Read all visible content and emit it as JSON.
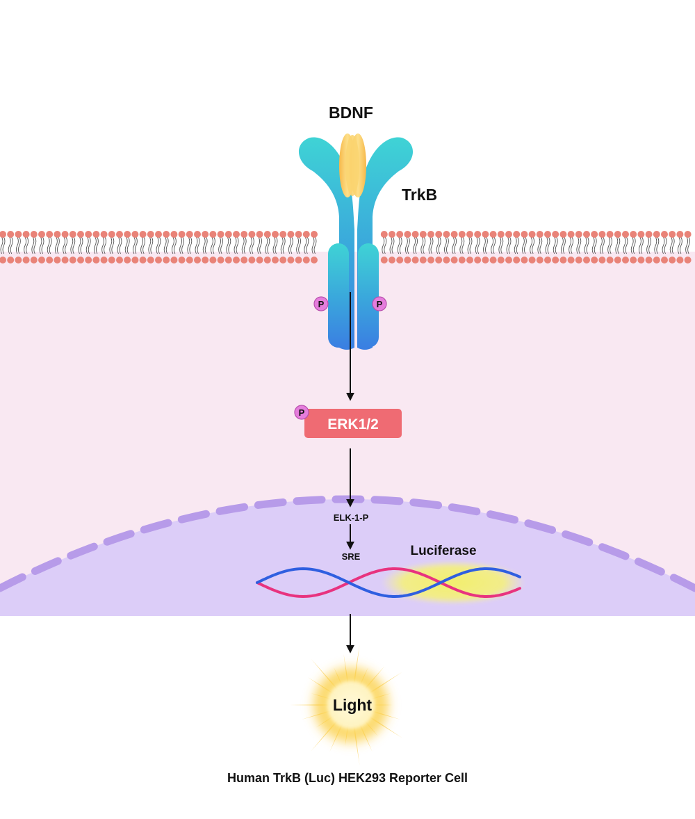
{
  "labels": {
    "ligand": "BDNF",
    "receptor": "TrkB",
    "kinase": "ERK1/2",
    "phospho": "P",
    "tf": "ELK-1-P",
    "element": "SRE",
    "reporter": "Luciferase",
    "output": "Light",
    "caption": "Human TrkB (Luc) HEK293 Reporter Cell"
  },
  "colors": {
    "cytoplasm": "#f9e8f2",
    "nucleus": "#dccdf8",
    "nuclear_envelope": "#b79be9",
    "lipid_head": "#e98378",
    "receptor_light": "#3fd0d6",
    "receptor_dark": "#3a86e0",
    "ligand": "#f8c858",
    "erk_box": "#ef6b73",
    "phospho_badge": "#e57ddc",
    "dna_pink": "#e8337f",
    "dna_blue": "#2f5fe0",
    "luciferase_glow": "#f3f07a",
    "light_glow": "#f9c22e"
  }
}
